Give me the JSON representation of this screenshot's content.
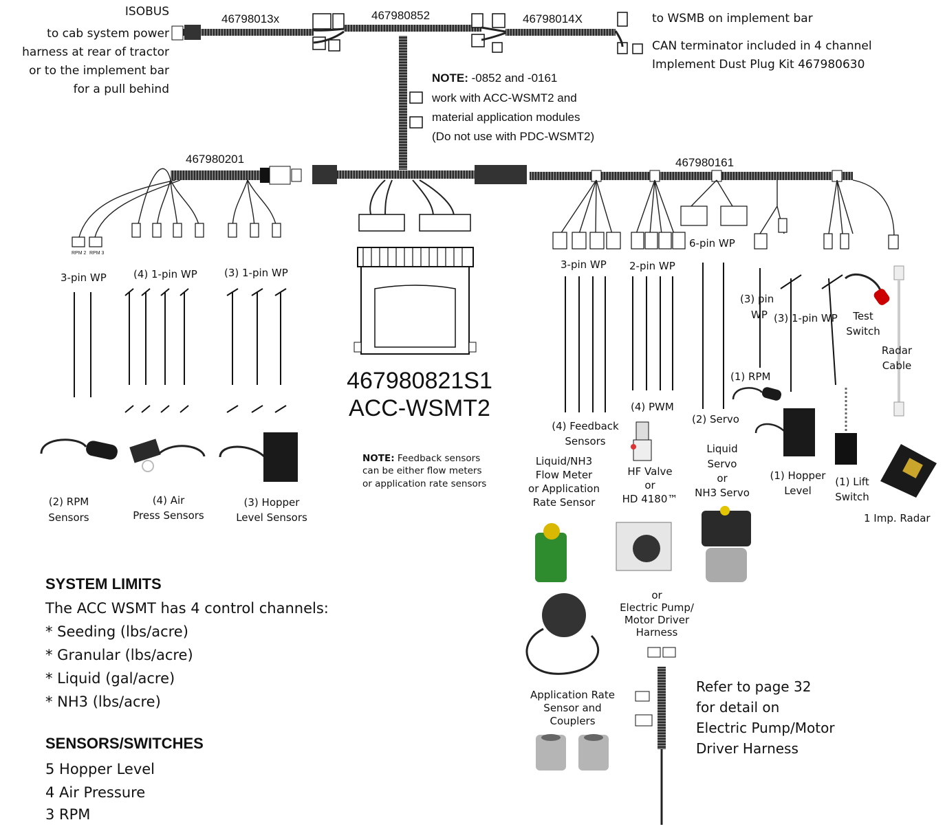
{
  "top": {
    "isobus_label": "ISOBUS",
    "isobus_desc": [
      "to cab system power",
      "harness at rear of tractor",
      "or to the implement bar",
      "for a pull behind"
    ],
    "harness_left": "46798013x",
    "harness_center": "467980852",
    "harness_right": "46798014X",
    "wsmb_label": "to WSMB on implement bar",
    "can_terminator": [
      "CAN terminator included in 4 channel",
      "Implement Dust Plug Kit 467980630"
    ]
  },
  "note_top": {
    "bold": "NOTE:",
    "line1": " -0852 and -0161",
    "line2": "work with ACC-WSMT2 and",
    "line3": "material application modules",
    "line4": "(Do not use with PDC-WSMT2)"
  },
  "harness_201": "467980201",
  "harness_161": "467980161",
  "module": {
    "part": "467980821S1",
    "name": "ACC-WSMT2"
  },
  "left_groups": {
    "a_label": "3-pin WP",
    "b_label": "(4) 1-pin WP",
    "c_label": "(3) 1-pin WP",
    "rpm_tags": [
      "RPM 2",
      "RPM 3"
    ],
    "sensor_a": [
      "(2) RPM",
      "Sensors"
    ],
    "sensor_b": [
      "(4) Air",
      "Press Sensors"
    ],
    "sensor_c": [
      "(3) Hopper",
      "Level Sensors"
    ]
  },
  "right_groups": {
    "fb_label": "3-pin WP",
    "fb_count": [
      "(4) Feedback",
      "Sensors"
    ],
    "pwm_label": "2-pin WP",
    "pwm_count": "(4) PWM",
    "servo_label": "6-pin WP",
    "servo_count": "(2) Servo",
    "rpm_pin": [
      "(3) pin",
      "WP"
    ],
    "rpm_count": "(1) RPM",
    "one_pin": "(3) 1-pin WP",
    "test_switch": [
      "Test",
      "Switch"
    ],
    "radar_cable": [
      "Radar",
      "Cable"
    ],
    "hopper": [
      "(1) Hopper",
      "Level"
    ],
    "lift": [
      "(1) Lift",
      "Switch"
    ],
    "radar": "1 Imp. Radar"
  },
  "note_fb": {
    "bold": "NOTE:",
    "line1": " Feedback sensors",
    "line2": "can be either flow meters",
    "line3": "or application rate sensors"
  },
  "devices": {
    "flow_meter": [
      "Liquid/NH3",
      "Flow Meter",
      "or Application",
      "Rate Sensor"
    ],
    "hf_valve": [
      "HF Valve",
      "or",
      "HD 4180™"
    ],
    "servo": [
      "Liquid",
      "Servo",
      "or",
      "NH3 Servo"
    ],
    "pump": [
      "or",
      "Electric Pump/",
      "Motor Driver",
      "Harness"
    ],
    "app_rate": [
      "Application Rate",
      "Sensor and",
      "Couplers"
    ]
  },
  "refer": [
    "Refer to page 32",
    "for detail on",
    "Electric Pump/Motor",
    "Driver Harness"
  ],
  "system_limits": {
    "title": "SYSTEM LIMITS",
    "intro": "The ACC WSMT has 4 control channels:",
    "items": [
      "* Seeding (lbs/acre)",
      "* Granular (lbs/acre)",
      "* Liquid (gal/acre)",
      "* NH3 (lbs/acre)"
    ]
  },
  "sensors_switches": {
    "title": "SENSORS/SWITCHES",
    "items": [
      "5 Hopper Level",
      "4 Air Pressure",
      "3 RPM"
    ]
  },
  "colors": {
    "wire": "#1a1a1a",
    "harness": "#2b2b2b",
    "green_sensor": "#2e8b2e",
    "connector": "#ffffff"
  }
}
